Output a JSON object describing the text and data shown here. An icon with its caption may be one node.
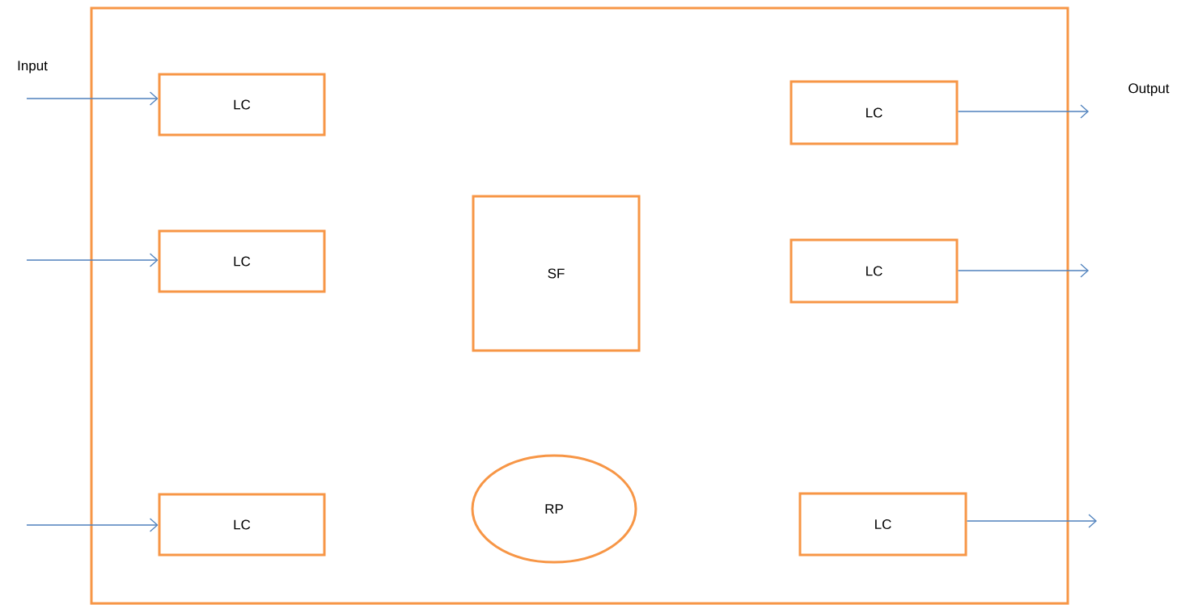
{
  "diagram": {
    "nodes": [
      {
        "text": [],
        "shape": "box"
      },
      {
        "text": [
          "LC"
        ],
        "in": 0
      },
      {
        "text": [
          "LC"
        ],
        "in": 0
      },
      {
        "text": [
          "SF"
        ],
        "in": 0
      },
      {
        "text": [
          "LC"
        ],
        "in": 0
      },
      {
        "text": [
          "LC"
        ],
        "in": 0
      },
      {
        "text": [
          "RP"
        ],
        "in": 0
      },
      {
        "text": [
          "LC"
        ],
        "in": 0
      },
      {
        "text": [
          "LC"
        ],
        "in": 0
      }
    ],
    "edges": [
      {
        "from": null,
        "to": 1,
        "arrow": "to"
      },
      {
        "from": null,
        "to": 4,
        "arrow": "to"
      },
      {
        "from": null,
        "to": 7,
        "arrow": "to"
      },
      {
        "from": 2,
        "to": null,
        "arrow": "to"
      },
      {
        "from": 5,
        "to": null,
        "arrow": "to"
      },
      {
        "from": 8,
        "to": null,
        "arrow": "to"
      }
    ],
    "labels": [
      "Input",
      "Output"
    ]
  }
}
